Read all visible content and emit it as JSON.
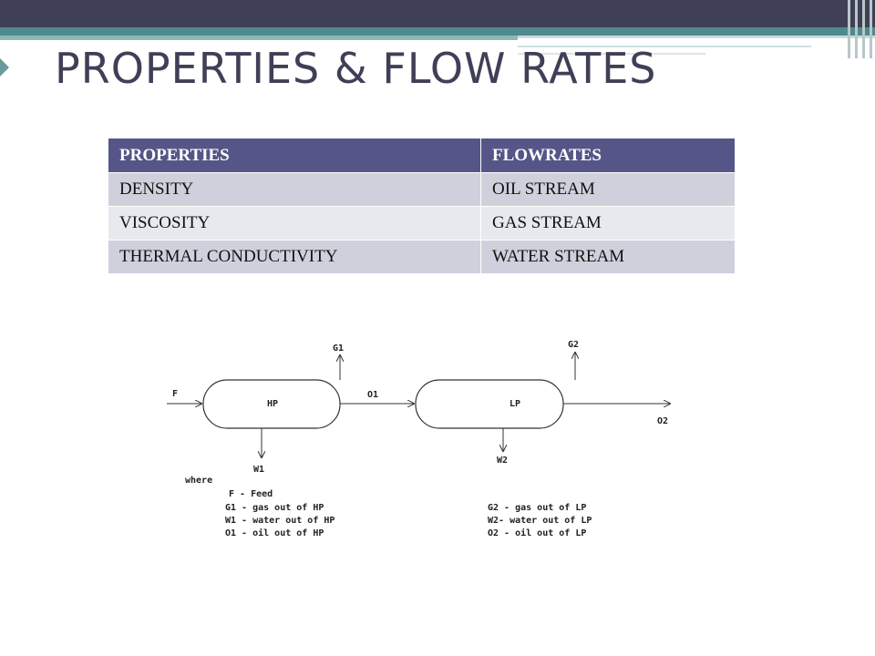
{
  "slide": {
    "title": "PROPERTIES & FLOW RATES"
  },
  "table": {
    "headers": [
      "PROPERTIES",
      "FLOWRATES"
    ],
    "rows": [
      [
        "DENSITY",
        "OIL STREAM"
      ],
      [
        "VISCOSITY",
        "GAS STREAM"
      ],
      [
        "THERMAL CONDUCTIVITY",
        "WATER STREAM"
      ]
    ]
  },
  "diagram": {
    "vessels": {
      "hp": "HP",
      "lp": "LP"
    },
    "streams": {
      "feed": "F",
      "g1": "G1",
      "w1": "W1",
      "o1": "O1",
      "g2": "G2",
      "w2": "W2",
      "o2": "O2"
    },
    "legend": {
      "where": "where",
      "left": [
        "F - Feed",
        "G1 - gas out of HP",
        "W1 - water out of HP",
        "O1 - oil out of HP"
      ],
      "right": [
        "G2 - gas out of LP",
        "W2- water out of LP",
        "O2 - oil out of LP"
      ]
    }
  }
}
